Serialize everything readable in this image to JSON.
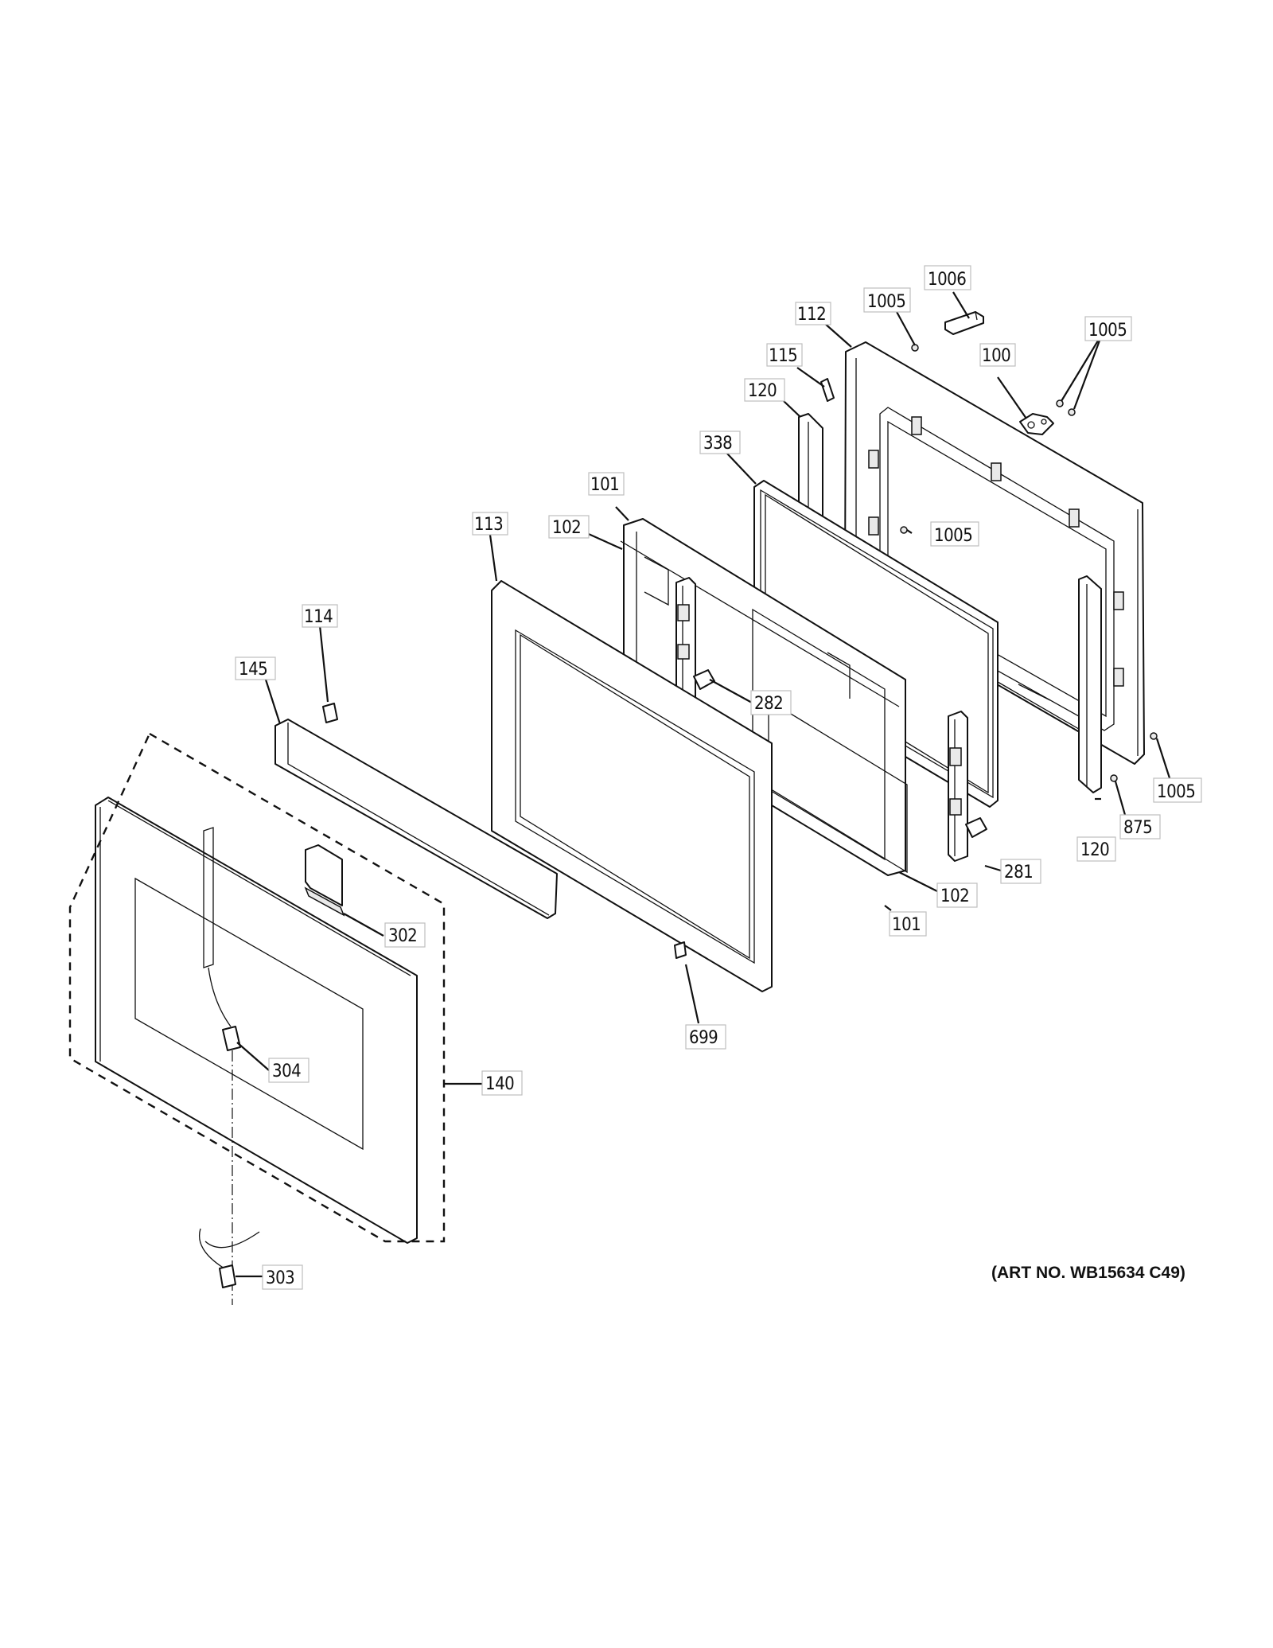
{
  "art_number": "(ART NO. WB15634 C49)",
  "callouts": [
    {
      "id": "c1006",
      "label": "1006"
    },
    {
      "id": "c1005a",
      "label": "1005"
    },
    {
      "id": "c112",
      "label": "112"
    },
    {
      "id": "c1005b",
      "label": "1005"
    },
    {
      "id": "c115",
      "label": "115"
    },
    {
      "id": "c100",
      "label": "100"
    },
    {
      "id": "c120a",
      "label": "120"
    },
    {
      "id": "c338",
      "label": "338"
    },
    {
      "id": "c101a",
      "label": "101"
    },
    {
      "id": "c1005c",
      "label": "1005"
    },
    {
      "id": "c113",
      "label": "113"
    },
    {
      "id": "c102a",
      "label": "102"
    },
    {
      "id": "c114",
      "label": "114"
    },
    {
      "id": "c145",
      "label": "145"
    },
    {
      "id": "c282",
      "label": "282"
    },
    {
      "id": "c1005d",
      "label": "1005"
    },
    {
      "id": "c875",
      "label": "875"
    },
    {
      "id": "c120b",
      "label": "120"
    },
    {
      "id": "c281",
      "label": "281"
    },
    {
      "id": "c102b",
      "label": "102"
    },
    {
      "id": "c302",
      "label": "302"
    },
    {
      "id": "c101b",
      "label": "101"
    },
    {
      "id": "c699",
      "label": "699"
    },
    {
      "id": "c304",
      "label": "304"
    },
    {
      "id": "c140",
      "label": "140"
    },
    {
      "id": "c303",
      "label": "303"
    }
  ]
}
